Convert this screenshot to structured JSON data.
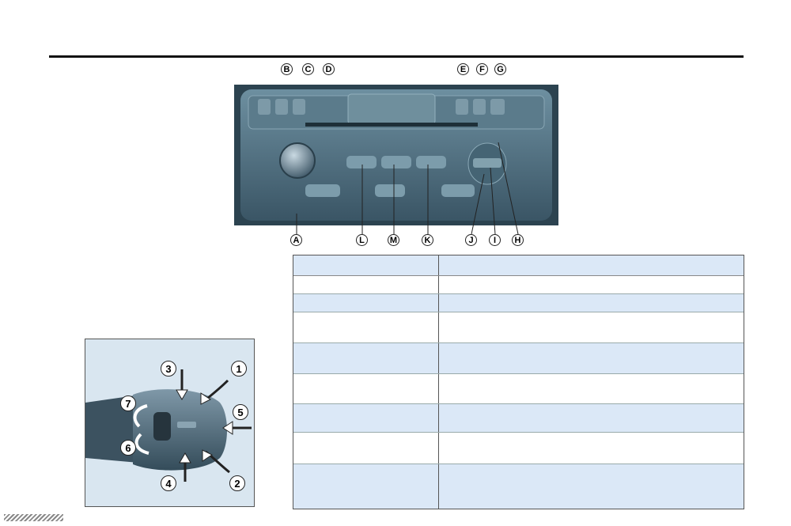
{
  "radio_callouts": {
    "top": [
      "B",
      "C",
      "D",
      "E",
      "F",
      "G"
    ],
    "bottom": [
      "A",
      "L",
      "M",
      "K",
      "J",
      "I",
      "H"
    ]
  },
  "stalk_callouts": [
    "1",
    "2",
    "3",
    "4",
    "5",
    "6",
    "7"
  ],
  "table": {
    "rows": [
      {
        "key": "",
        "value": ""
      },
      {
        "key": "",
        "value": ""
      },
      {
        "key": "",
        "value": ""
      },
      {
        "key": "",
        "value": ""
      },
      {
        "key": "",
        "value": ""
      },
      {
        "key": "",
        "value": ""
      },
      {
        "key": "",
        "value": ""
      },
      {
        "key": "",
        "value": ""
      }
    ]
  },
  "colors": {
    "table_header_fill": "#dbe8f7",
    "radio_panel": "#3f6070",
    "stalk_background": "#d9e6f0"
  }
}
